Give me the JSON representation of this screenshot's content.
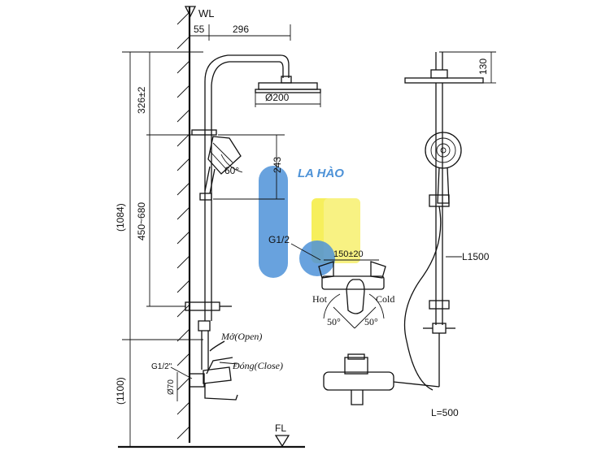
{
  "labels": {
    "wl": "WL",
    "fl": "FL",
    "dim_55": "55",
    "dim_296": "296",
    "dim_326": "326±2",
    "dim_1084": "(1084)",
    "dim_450_680": "450~680",
    "dim_1100": "(1100)",
    "dim_200": "Ø200",
    "dim_243": "243",
    "angle_60": "60°",
    "g12_left": "G1/2\"",
    "dim_70": "Ø70",
    "open_label": "Mở(Open)",
    "close_label": "Đóng(Close)",
    "g12_mid": "G1/2",
    "dim_150": "150±20",
    "hot": "Hot",
    "cold": "Cold",
    "angle_50a": "50°",
    "angle_50b": "50°",
    "dim_130": "130",
    "l1500": "L1500",
    "l500": "L=500"
  },
  "watermark": {
    "text": "LA HÀO",
    "blue": "#2f7fd1",
    "yellow": "#f2e600"
  }
}
